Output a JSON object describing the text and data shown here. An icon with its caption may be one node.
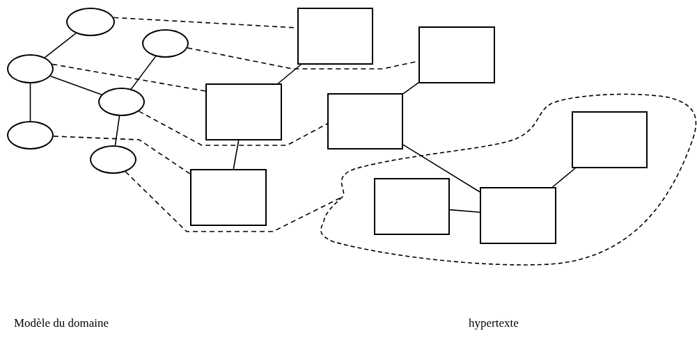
{
  "diagram": {
    "nodes": [
      {
        "text": [],
        "shape": "ellipse"
      },
      {
        "text": [],
        "shape": "ellipse"
      },
      {
        "text": [],
        "shape": "ellipse"
      },
      {
        "text": [],
        "shape": "ellipse"
      },
      {
        "text": [],
        "shape": "ellipse"
      },
      {
        "text": [],
        "shape": "ellipse"
      },
      {
        "text": [],
        "shape": "box"
      },
      {
        "text": [],
        "shape": "box"
      },
      {
        "text": [],
        "shape": "box"
      },
      {
        "text": [],
        "shape": "box"
      },
      {
        "text": [],
        "shape": "cloud"
      },
      {
        "text": [],
        "shape": "box",
        "in": 10
      },
      {
        "text": [],
        "shape": "box"
      },
      {
        "text": [],
        "shape": "box",
        "in": 10
      },
      {
        "text": [],
        "shape": "box",
        "in": 10
      }
    ],
    "edges": [
      {
        "from": 0,
        "to": 2,
        "arrow": "none"
      },
      {
        "from": 1,
        "to": 3,
        "arrow": "none"
      },
      {
        "from": 2,
        "to": 3,
        "arrow": "none"
      },
      {
        "from": 2,
        "to": 4,
        "arrow": "none"
      },
      {
        "from": 3,
        "to": 5,
        "arrow": "none"
      },
      {
        "from": 6,
        "to": 8,
        "arrow": "none"
      },
      {
        "from": 7,
        "to": 9,
        "arrow": "none"
      },
      {
        "from": 8,
        "to": 12,
        "arrow": "none"
      },
      {
        "from": 9,
        "to": 14,
        "arrow": "none"
      },
      {
        "from": 13,
        "to": 14,
        "arrow": "none"
      },
      {
        "from": 14,
        "to": 11,
        "arrow": "none"
      },
      {
        "from": 0,
        "to": 6,
        "arrow": "none",
        "style": "dashed"
      },
      {
        "from": 1,
        "to": 7,
        "arrow": "none",
        "style": "dashed"
      },
      {
        "from": 2,
        "to": 8,
        "arrow": "none",
        "style": "dashed"
      },
      {
        "from": 3,
        "to": 9,
        "arrow": "none",
        "style": "dashed"
      },
      {
        "from": 4,
        "to": 12,
        "arrow": "none",
        "style": "dashed"
      },
      {
        "from": 5,
        "to": 10,
        "arrow": "none",
        "style": "dashed"
      }
    ],
    "labels": [
      "Modèle du domaine",
      "hypertexte"
    ]
  }
}
